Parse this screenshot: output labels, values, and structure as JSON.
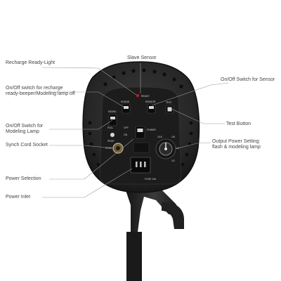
{
  "labels": {
    "recharge_ready_light": "Recharge Ready-Light",
    "slave_sensor": "Slave Sensor",
    "onoff_recharge_line1": "On/Off switch for recharge",
    "onoff_recharge_line2": "ready-beeper/Modeling lamp off",
    "onoff_sensor": "On/Off Switch for Sensor",
    "onoff_modeling_line1": "On/Off Switch for",
    "onoff_modeling_line2": "Modeling Lamp",
    "test_button": "Test Button",
    "synch_cord_socket": "Synch Cord Socket",
    "output_power_line1": "Output Power Setting:",
    "output_power_line2": "flash & modeling lamp",
    "power_selection": "Power Selection",
    "power_inlet": "Power Inlet"
  },
  "panel_text": {
    "ready": "READY",
    "sound": "SOUND",
    "sensor": "SENSOR",
    "test": "TEST",
    "model": "MODEL",
    "power": "POWER",
    "full": "FULL",
    "prop": "PROP",
    "sync": "SYNC",
    "fuse": "FUSE 10A",
    "off": "OFF",
    "on": "ON",
    "scale_1_16": "1/16",
    "scale_1_8": "1/8",
    "scale_1_4": "1/4",
    "scale_1_2": "1/2"
  },
  "colors": {
    "body": "#2b2b2b",
    "panel": "#1c1c1c",
    "ready_led": "#c21c1c",
    "callout_line": "#9a9a9a"
  }
}
